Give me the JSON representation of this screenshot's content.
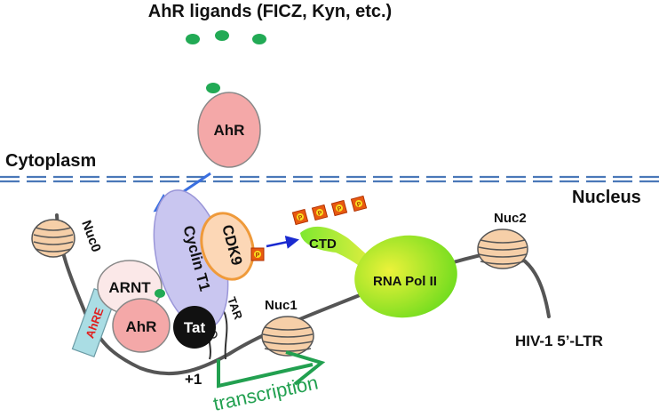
{
  "labels": {
    "ligands": "AhR ligands (FICZ, Kyn, etc.)",
    "ahr_cytoplasm": "AhR",
    "cytoplasm": "Cytoplasm",
    "nucleus": "Nucleus",
    "nuc0": "Nuc0",
    "nuc1": "Nuc1",
    "nuc2": "Nuc2",
    "arnt": "ARNT",
    "cyclin_t1": "Cyclin T1",
    "cdk9": "CDK9",
    "ahr_nucleus": "AhR",
    "ahre": "AhRE",
    "tat": "Tat",
    "tar": "TAR",
    "ctd": "CTD",
    "rna_pol_ii": "RNA Pol II",
    "hiv_ltr": "HIV-1 5’-LTR",
    "plus_one": "+1",
    "transcription": "transcription",
    "phospho": "P"
  },
  "colors": {
    "ligand": "#22aa55",
    "ahr": "#f4a8a8",
    "arnt": "#fbe8e8",
    "cyclin_t1": "#c9c6f0",
    "cdk9": "#fcd7b6",
    "cdk9_border": "#ef9a3a",
    "ahre": "#aadde4",
    "ahre_text": "#e02020",
    "tat": "#111111",
    "nucleosome": "#f6cfa8",
    "membrane": "#4a78b8",
    "import_arrow": "#3a6fe0",
    "phospho_arrow": "#1a2ad0",
    "transcription": "#22a050",
    "phospho_fill": "#e85a10",
    "pol_ii_gradient": [
      "#e8f030",
      "#7ee020"
    ]
  }
}
